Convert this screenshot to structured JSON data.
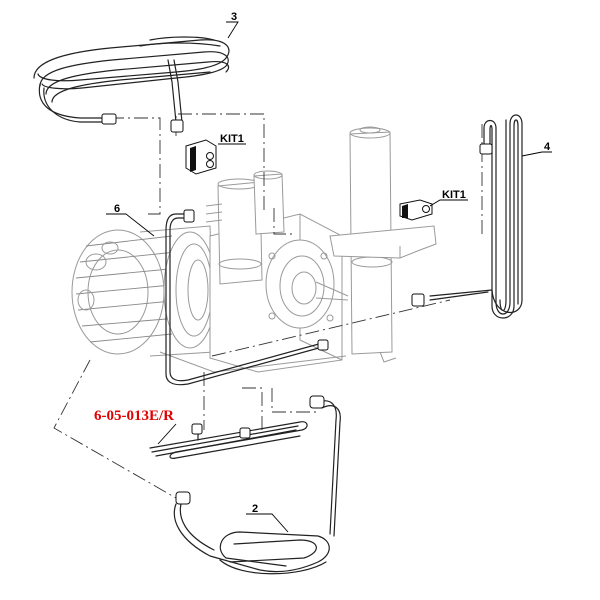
{
  "callouts": {
    "part2": "2",
    "part3": "3",
    "part4": "4",
    "part6": "6",
    "kit1_a": "KIT1",
    "kit1_b": "KIT1"
  },
  "part_code": {
    "label": "6-05-013E/R",
    "color": "#e00000"
  }
}
